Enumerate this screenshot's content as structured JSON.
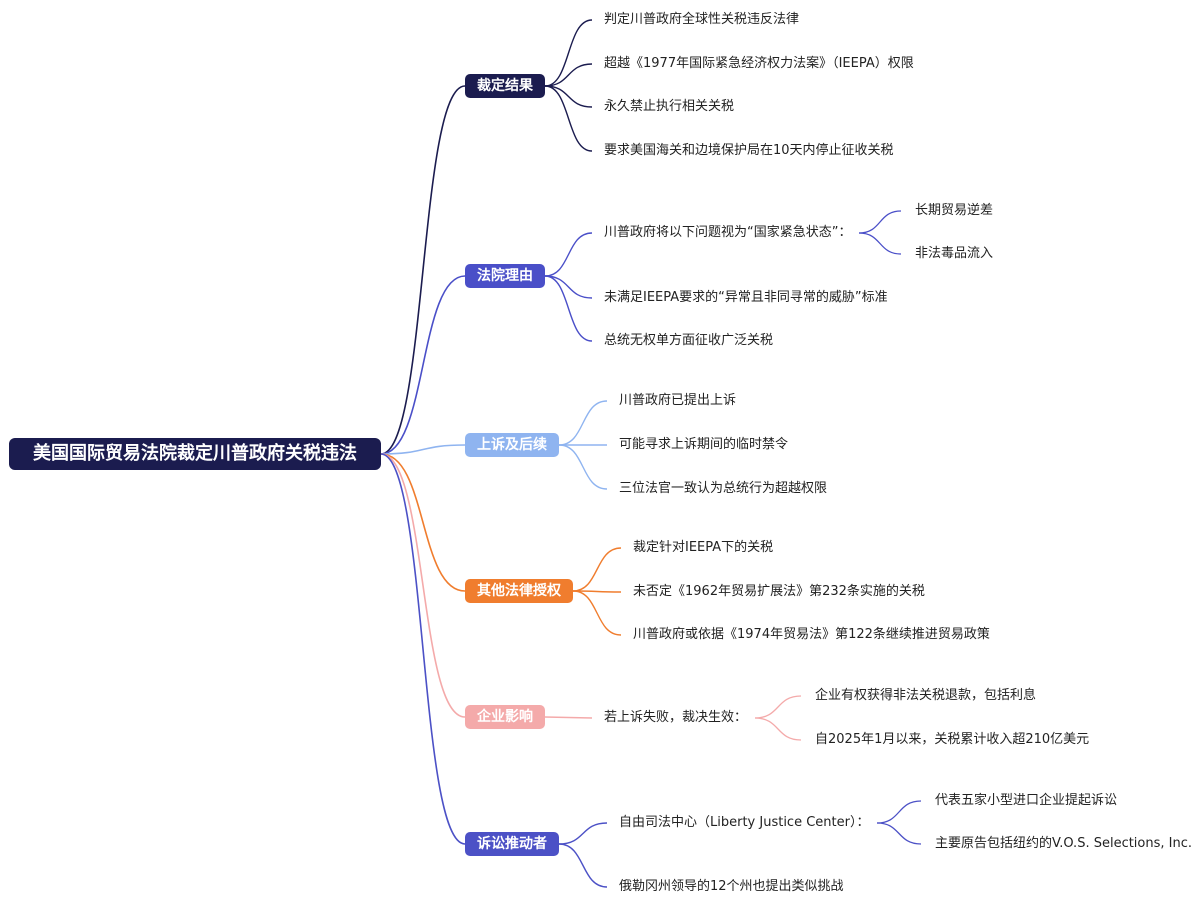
{
  "root": "美国国际贸易法院裁定川普政府关税违法",
  "branches": [
    {
      "label": "裁定结果",
      "color": "#1b1c4f",
      "children": [
        {
          "text": "判定川普政府全球性关税违反法律"
        },
        {
          "text": "超越《1977年国际紧急经济权力法案》（IEEPA）权限"
        },
        {
          "text": "永久禁止执行相关关税"
        },
        {
          "text": "要求美国海关和边境保护局在10天内停止征收关税"
        }
      ]
    },
    {
      "label": "法院理由",
      "color": "#4a4fc8",
      "children": [
        {
          "text": "川普政府将以下问题视为“国家紧急状态”：",
          "children": [
            "长期贸易逆差",
            "非法毒品流入"
          ]
        },
        {
          "text": "未满足IEEPA要求的“异常且非同寻常的威胁”标准"
        },
        {
          "text": "总统无权单方面征收广泛关税"
        }
      ]
    },
    {
      "label": "上诉及后续",
      "color": "#8fb4f0",
      "children": [
        {
          "text": "川普政府已提出上诉"
        },
        {
          "text": "可能寻求上诉期间的临时禁令"
        },
        {
          "text": "三位法官一致认为总统行为超越权限"
        }
      ]
    },
    {
      "label": "其他法律授权",
      "color": "#f07d2e",
      "children": [
        {
          "text": "裁定针对IEEPA下的关税"
        },
        {
          "text": "未否定《1962年贸易扩展法》第232条实施的关税"
        },
        {
          "text": "川普政府或依据《1974年贸易法》第122条继续推进贸易政策"
        }
      ]
    },
    {
      "label": "企业影响",
      "color": "#f4aaaa",
      "children": [
        {
          "text": "若上诉失败，裁决生效：",
          "children": [
            "企业有权获得非法关税退款，包括利息",
            "自2025年1月以来，关税累计收入超210亿美元"
          ]
        }
      ]
    },
    {
      "label": "诉讼推动者",
      "color": "#4c51c6",
      "children": [
        {
          "text": "自由司法中心（Liberty Justice Center）：",
          "children": [
            "代表五家小型进口企业提起诉讼",
            "主要原告包括纽约的V.O.S. Selections, Inc."
          ]
        },
        {
          "text": "俄勒冈州领导的12个州也提出类似挑战"
        }
      ]
    }
  ]
}
